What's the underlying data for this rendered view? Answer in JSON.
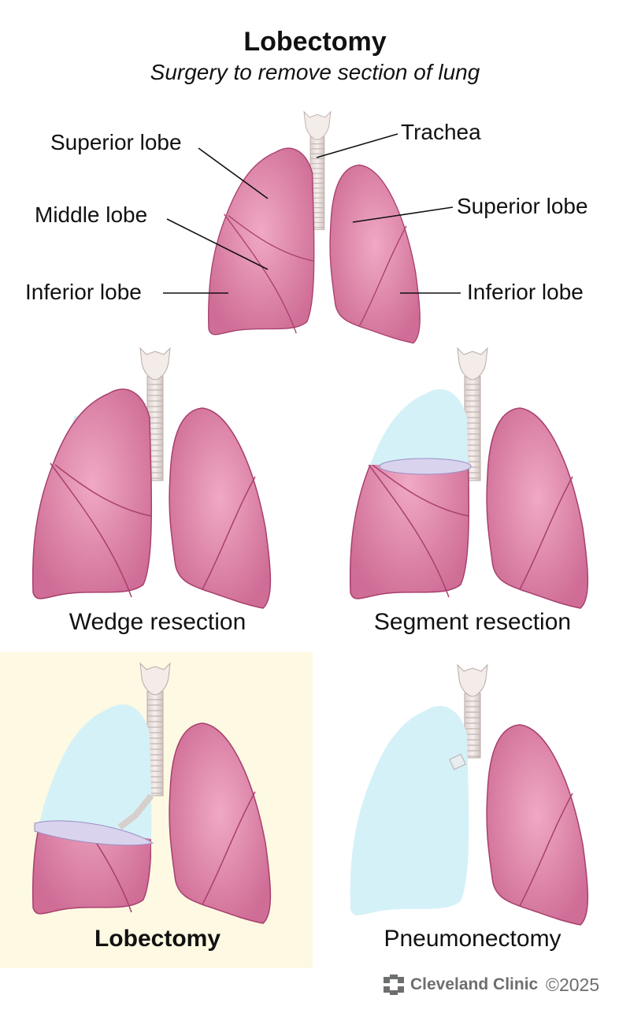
{
  "header": {
    "title": "Lobectomy",
    "subtitle": "Surgery to remove section of lung"
  },
  "labels": {
    "superior_right": "Superior lobe",
    "middle": "Middle lobe",
    "inferior_right": "Inferior lobe",
    "trachea": "Trachea",
    "superior_left": "Superior lobe",
    "inferior_left": "Inferior lobe"
  },
  "captions": {
    "wedge": "Wedge resection",
    "segment": "Segment resection",
    "lobectomy": "Lobectomy",
    "pneumonectomy": "Pneumonectomy"
  },
  "footer": {
    "brand": "Cleveland Clinic",
    "copyright": "©2025"
  },
  "colors": {
    "lung": "#d97aa0",
    "lung_edge": "#a8406e",
    "removed": "#d4f1f8",
    "highlight": "#fdf9e2"
  }
}
